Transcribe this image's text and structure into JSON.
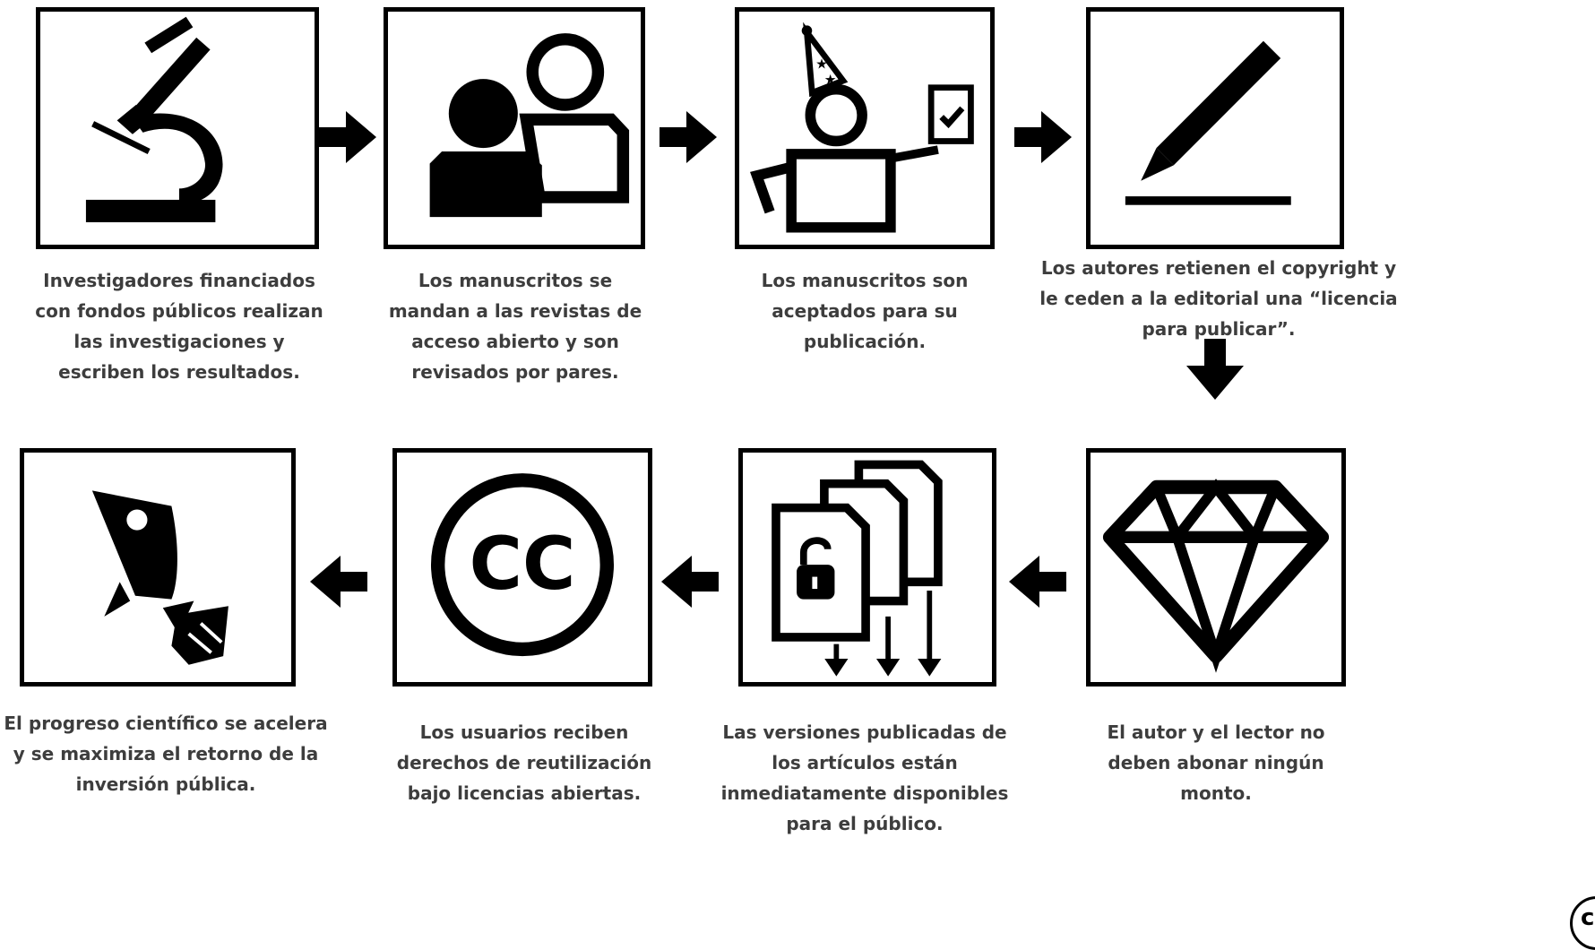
{
  "steps": [
    {
      "icon": "microscope-icon",
      "caption": "Investigadores financiados\ncon fondos públicos realizan\nlas investigaciones y\nescriben los resultados."
    },
    {
      "icon": "people-icon",
      "caption": "Los manuscritos se\nmandan a las revistas de\nacceso abierto y son\nrevisados por pares."
    },
    {
      "icon": "party-person-icon",
      "caption": "Los manuscritos son\naceptados para su\npublicación."
    },
    {
      "icon": "pencil-icon",
      "caption": "Los autores retienen el copyright y\nle ceden a la editorial una “licencia\npara publicar”."
    },
    {
      "icon": "diamond-icon",
      "caption": "El autor y el lector no\ndeben abonar ningún\nmonto."
    },
    {
      "icon": "open-access-documents-icon",
      "caption": "Las versiones publicadas de\nlos artículos están\ninmediatamente disponibles\npara el público."
    },
    {
      "icon": "creative-commons-icon",
      "caption": "Los usuarios reciben\nderechos de reutilización\nbajo licencias abiertas.",
      "icon_text": "CC"
    },
    {
      "icon": "rocket-icon",
      "caption": "El progreso científico se acelera\ny se maximiza el retorno de la\ninversión pública."
    }
  ],
  "license_badge": {
    "icon": "cc-license-icon",
    "text": "c"
  }
}
